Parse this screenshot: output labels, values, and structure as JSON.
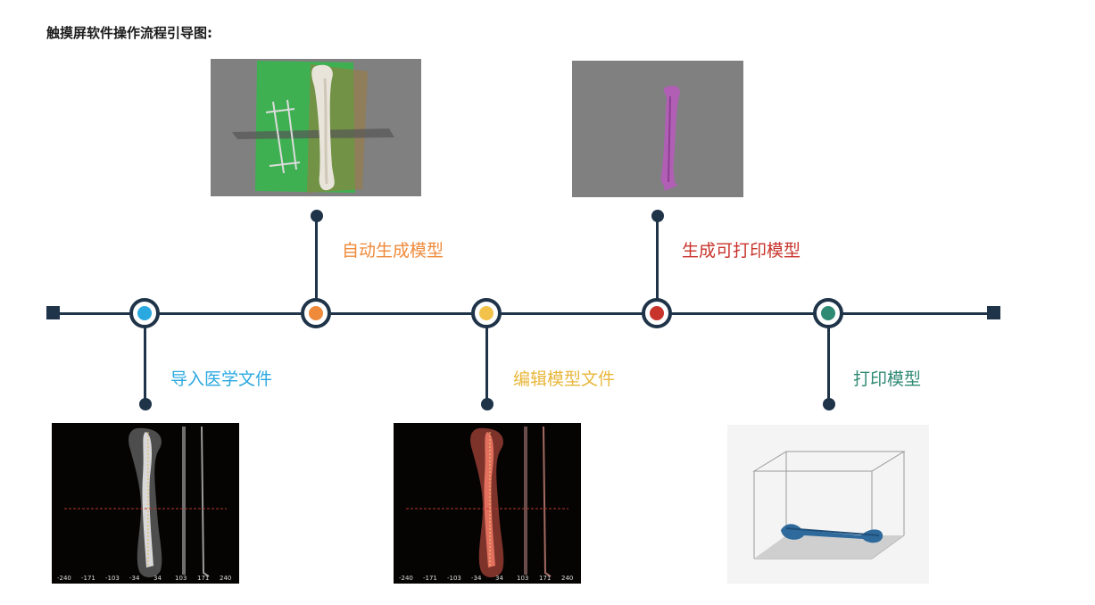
{
  "title": "触摸屏软件操作流程引导图:",
  "steps": [
    {
      "label": "导入医学文件",
      "color": "#2aa8e0"
    },
    {
      "label": "自动生成模型",
      "color": "#ef8a3a"
    },
    {
      "label": "编辑模型文件",
      "color": "#f2c24b"
    },
    {
      "label": "生成可打印模型",
      "color": "#c8332b"
    },
    {
      "label": "打印模型",
      "color": "#2f8a74"
    }
  ],
  "ct_axis_ticks": [
    "-240",
    "-171",
    "-103",
    "-34",
    "34",
    "103",
    "171",
    "240"
  ],
  "colors": {
    "line": "#1f3349",
    "ct_bg": "#050403",
    "render_bg": "#808080",
    "bone_purple": "#b05fb5",
    "print_blue": "#2e6a9c"
  },
  "icons": [
    "ct-scan-image",
    "3d-model-image",
    "edited-scan-image",
    "printable-model-image",
    "printer-preview-image"
  ]
}
